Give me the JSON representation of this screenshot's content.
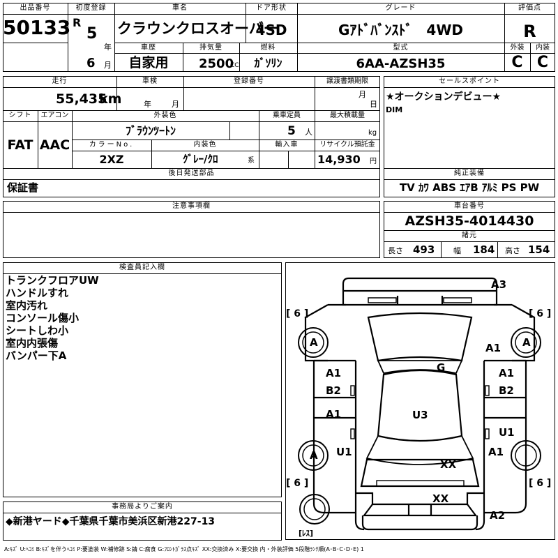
{
  "header": {
    "lot_label": "出品番号",
    "lot_value": "50133",
    "first_reg_label": "初度登録",
    "era": "R",
    "year": "5",
    "year_unit": "年",
    "month": "6",
    "month_unit": "月",
    "name_label": "車名",
    "name_value": "クラウンクロスオーバー",
    "door_label": "ドア形状",
    "door_value": "4SD",
    "grade_label": "グレード",
    "grade_value": "Gｱﾄﾞﾊﾞﾝｽﾄﾞ　4WD",
    "score_label": "評価点",
    "score_value": "R",
    "history_label": "車歴",
    "history_value": "自家用",
    "displacement_label": "排気量",
    "displacement_value": "2500",
    "displacement_unit": "CC",
    "fuel_label": "燃料",
    "fuel_value": "ｶﾞｿﾘﾝ",
    "model_label": "型式",
    "model_value": "6AA-AZSH35",
    "ext_label": "外装",
    "ext_value": "C",
    "int_label": "内装",
    "int_value": "C"
  },
  "row2": {
    "mileage_label": "走行",
    "mileage_value": "55,435",
    "mileage_unit": "km",
    "inspection_label": "車検",
    "year_unit": "年",
    "month_unit": "月",
    "regno_label": "登録番号",
    "transfer_label": "譲渡書類期限",
    "month_unit2": "月",
    "day_unit": "日",
    "shift_label": "シフト",
    "shift_value": "FAT",
    "ac_label": "エアコン",
    "ac_value": "AAC",
    "color_label": "外装色",
    "color_value": "ﾌﾞﾗｳﾝﾂｰﾄﾝ",
    "capacity_label": "乗車定員",
    "capacity_value": "5",
    "capacity_unit": "人",
    "load_label": "最大積載量",
    "load_unit": "kg",
    "colorno_label": "カラーNo.",
    "colorno_value": "2XZ",
    "intcolor_label": "内装色",
    "intcolor_value": "ｸﾞﾚｰ/ｸﾛ",
    "intcolor_unit": "系",
    "import_label": "輸入車",
    "recycle_label": "リサイクル預託金",
    "recycle_value": "14,930",
    "recycle_unit": "円",
    "parts_label": "後日発送部品",
    "parts_value": "保証書"
  },
  "sales": {
    "label": "セールスポイント",
    "line1": "★オークションデビュー★",
    "line2": "DIM",
    "equip_label": "純正装備",
    "equip_value": "TV ｶﾜ ABS ｴｱB ｱﾙﾐ PS PW"
  },
  "notes": {
    "label": "注意事項欄"
  },
  "chassis": {
    "label": "車台番号",
    "value": "AZSH35-4014430",
    "spec_label": "諸元",
    "len_label": "長さ",
    "len_value": "493",
    "wid_label": "幅",
    "wid_value": "184",
    "hgt_label": "高さ",
    "hgt_value": "154"
  },
  "inspector": {
    "label": "検査員記入欄",
    "lines": [
      "トランクフロアUW",
      "ハンドルすれ",
      "室内汚れ",
      "コンソール傷小",
      "シートしわ小",
      "室内内張傷",
      "バンパー下A"
    ]
  },
  "diagram": {
    "tire_top_left": "[ 6 ]",
    "tire_top_right": "[ 6 ]",
    "tire_bottom_left": "[ 6 ]",
    "tire_bottom_right": "[ 6 ]",
    "spare": "[ﾚｽ]",
    "wheel_a1": "A",
    "wheel_a2": "A",
    "wheel_a3": "A",
    "rear_bumper": "A3",
    "left_quarter": "A1",
    "trunk_lid": "G",
    "lr_door_a": "A1",
    "lr_door_b": "B2",
    "rr_door_a": "A1",
    "rr_door_b": "B2",
    "lf_door": "A1",
    "rf_door": "U1",
    "roof": "U3",
    "lf_fender": "U1",
    "rf_fender": "A1",
    "hood": "XX",
    "front_grille": "XX",
    "front_bumper": "A2"
  },
  "office": {
    "label": "事務局よりご案内",
    "value": "◆新港ヤード◆千葉県千葉市美浜区新港227-13"
  },
  "legend": "A:ｷｽﾞ U:ﾍｺﾐ B:ｷｽﾞを伴うﾍｺﾐ P:要塗装 W:補修跡 S:錆 C:腐食 G:ﾌﾛﾝﾄｶﾞﾗｽ点ｷｽﾞ XX:交換済み X:要交換 内・外装評価 5段階ﾗﾝｸ順(A･B･C･D･E) 1"
}
